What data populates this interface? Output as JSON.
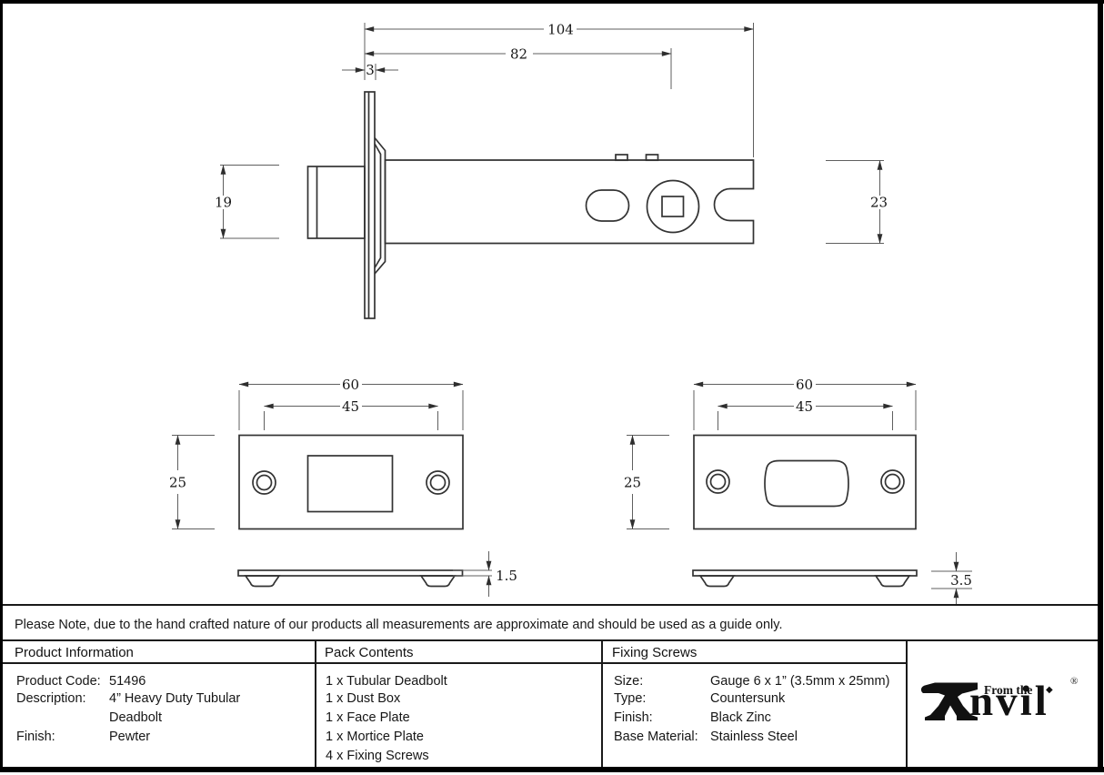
{
  "drawing": {
    "tubular_deadbolt_view": {
      "overall_length": "104",
      "case_length": "82",
      "faceplate_thickness": "3",
      "bolt_height": "19",
      "case_height": "23"
    },
    "face_plate_view": {
      "width": "60",
      "screw_centres": "45",
      "height": "25",
      "thickness": "1.5"
    },
    "mortice_plate_view": {
      "width": "60",
      "screw_centres": "45",
      "height": "25",
      "thickness": "3.5"
    }
  },
  "note": {
    "text": "Please Note, due to the hand crafted nature of our products all measurements are approximate and should be used as a guide only."
  },
  "table": {
    "product_information": {
      "header": "Product Information",
      "rows": [
        {
          "label": "Product Code:",
          "value": "51496"
        },
        {
          "label": "Description:",
          "value": "4” Heavy Duty Tubular"
        },
        {
          "label": "",
          "value": "Deadbolt"
        },
        {
          "label": "Finish:",
          "value": "Pewter"
        }
      ]
    },
    "pack_contents": {
      "header": "Pack Contents",
      "items": [
        "1 x Tubular Deadbolt",
        "1 x Dust Box",
        "1 x Face Plate",
        "1 x Mortice Plate",
        "4 x Fixing Screws"
      ]
    },
    "fixing_screws": {
      "header": "Fixing Screws",
      "rows": [
        {
          "label": "Size:",
          "value": "Gauge 6 x 1” (3.5mm x 25mm)"
        },
        {
          "label": "Type:",
          "value": "Countersunk"
        },
        {
          "label": "Finish:",
          "value": "Black Zinc"
        },
        {
          "label": "Base Material:",
          "value": "Stainless Steel"
        }
      ]
    }
  },
  "logo": {
    "tagline": "From the",
    "wordmark": "nvil",
    "registered": "®",
    "diamond": "◆"
  },
  "colors": {
    "outline": "#333333",
    "dim_line": "#5f5f5f",
    "text": "#111111",
    "background": "#ffffff"
  }
}
